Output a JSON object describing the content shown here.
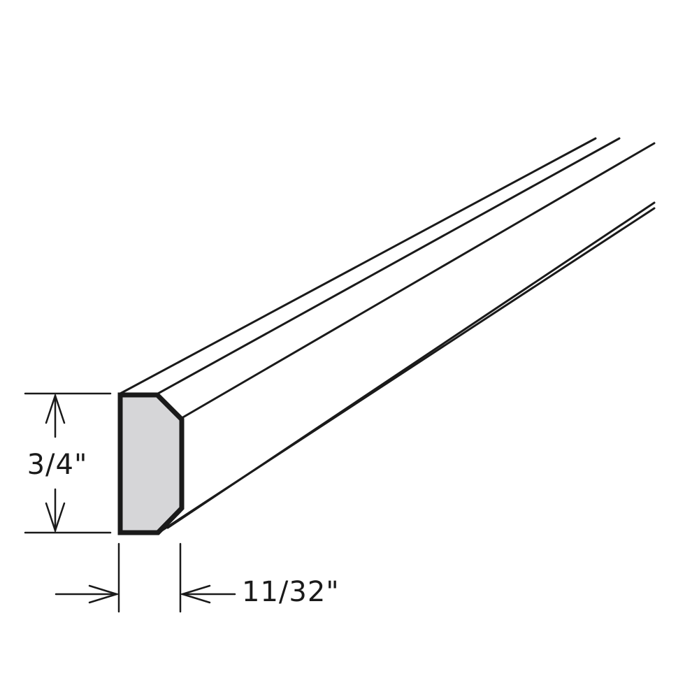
{
  "diagram": {
    "subject": "molding-profile",
    "colors": {
      "line": "#1a1a1a",
      "profile_fill": "#d6d6d8",
      "background": "#ffffff"
    },
    "dimensions": {
      "height_label": "3/4\"",
      "width_label": "11/32\""
    }
  }
}
